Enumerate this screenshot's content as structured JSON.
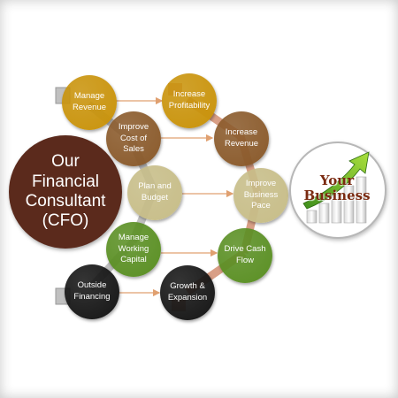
{
  "colors": {
    "mustard": "#c9930b",
    "brown": "#8a5a2b",
    "khaki": "#c7bd88",
    "green": "#5a8f23",
    "black": "#151515",
    "dark_brown": "#5b2a1c",
    "chain_gray": "#c0c0c0",
    "chain_salmon": "#d99f86",
    "arrow": "#e0a070"
  },
  "center": {
    "label_lines": [
      "Our",
      "Financial",
      "Consultant",
      "(CFO)"
    ]
  },
  "left_column": [
    {
      "label_lines": [
        "Manage",
        "Revenue"
      ]
    },
    {
      "label_lines": [
        "Improve",
        "Cost of",
        "Sales"
      ]
    },
    {
      "label_lines": [
        "Plan and",
        "Budget"
      ]
    },
    {
      "label_lines": [
        "Manage",
        "Working",
        "Capital"
      ]
    },
    {
      "label_lines": [
        "Outside",
        "Financing"
      ]
    }
  ],
  "right_column": [
    {
      "label_lines": [
        "Increase",
        "Profitability"
      ]
    },
    {
      "label_lines": [
        "Increase",
        "Revenue"
      ]
    },
    {
      "label_lines": [
        "Improve",
        "Business",
        "Pace"
      ]
    },
    {
      "label_lines": [
        "Drive Cash",
        "Flow"
      ]
    },
    {
      "label_lines": [
        "Growth &",
        "Expansion"
      ]
    }
  ],
  "business": {
    "label_lines": [
      "Your",
      "Business"
    ],
    "icon": "bar-chart-with-green-arrow-icon"
  }
}
